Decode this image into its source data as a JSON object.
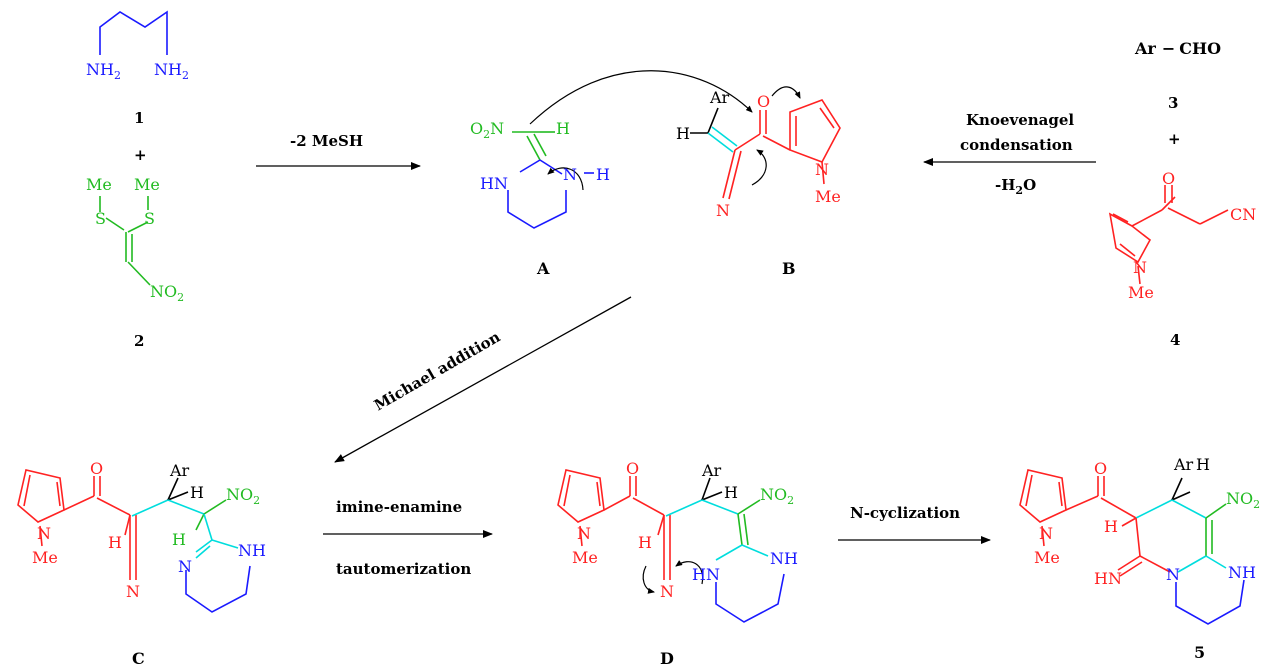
{
  "colors": {
    "amine": "#1a1aff",
    "nitro": "#22bb22",
    "ketone": "#ff2222",
    "linker": "#00dddd",
    "text": "#000000"
  },
  "atoms": {
    "nh2": "NH",
    "two": "2",
    "o2n": "O",
    "o": "O",
    "n": "N",
    "h": "H",
    "hn": "HN",
    "nh": "NH",
    "me": "Me",
    "s": "S",
    "ar": "Ar",
    "cn": "CN",
    "no": "NO",
    "imine": "HN"
  },
  "compounds": {
    "c1": "1",
    "plus1": "+",
    "c2": "2",
    "A": "A",
    "B": "B",
    "ar_cho": "Ar",
    "cho": "CHO",
    "c3": "3",
    "plus2": "+",
    "c4": "4",
    "C": "C",
    "D": "D",
    "c5": "5"
  },
  "arrows": {
    "step1": "-2 MeSH",
    "knoev1": "Knoevenagel",
    "knoev2": "condensation",
    "water_a": "-H",
    "water_b": "2",
    "water_c": "O",
    "michael": "Michael addition",
    "taut1": "imine-enamine",
    "taut2": "tautomerization",
    "cycl": "N-cyclization"
  }
}
